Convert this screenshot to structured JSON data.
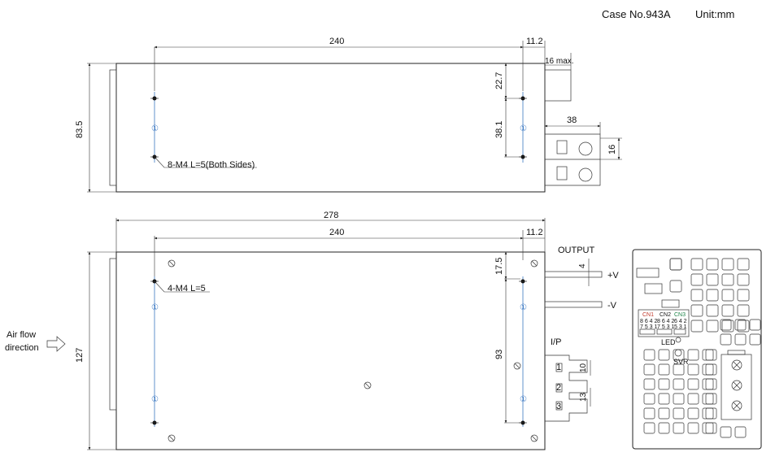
{
  "header": {
    "case_no": "Case No.943A",
    "unit": "Unit:mm"
  },
  "top_view": {
    "dims": {
      "length": "240",
      "right_offset": "11.2",
      "terminal": "16 max.",
      "height": "83.5",
      "upper": "22.7",
      "hole_span": "38.1",
      "bracket_len": "38",
      "bracket_h": "16"
    },
    "screw_note": "8-M4 L=5(Both Sides)",
    "hole_mark": "①"
  },
  "side_view": {
    "dims": {
      "total": "278",
      "length": "240",
      "right_offset": "11.2",
      "height": "127",
      "top": "17.5",
      "hole_span": "93",
      "out_tab": "4",
      "pin_10": "10",
      "pin_13": "13"
    },
    "screw_note": "4-M4 L=5",
    "output_label": "OUTPUT",
    "plus_v": "+V",
    "minus_v": "-V",
    "ip_label": "I/P",
    "pins": [
      "1",
      "2",
      "3"
    ],
    "airflow": [
      "Air flow",
      "direction"
    ],
    "hole_mark": "①"
  },
  "front_panel": {
    "connectors": [
      "CN1",
      "CN2",
      "CN3"
    ],
    "pin_row_top": [
      "8 6 4 2",
      "8 6 4 2",
      "6 4 2"
    ],
    "pin_row_bottom": [
      "7 5 3 1",
      "7 5 3 1",
      "5 3 1"
    ],
    "led_label": "LED",
    "svr_label": "SVR"
  }
}
